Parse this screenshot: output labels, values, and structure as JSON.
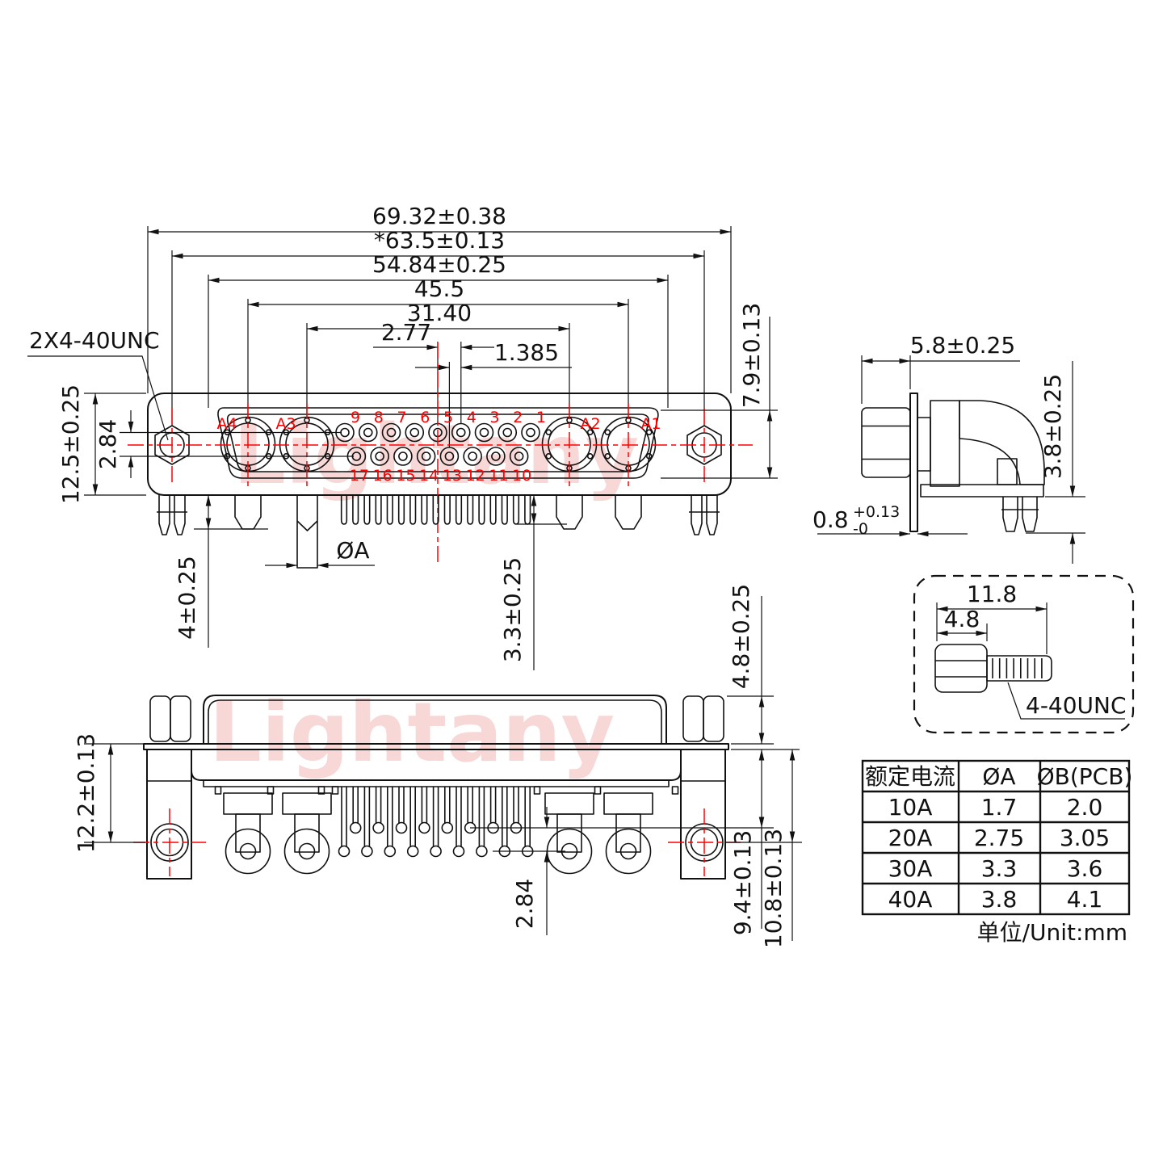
{
  "watermark": {
    "text": "Lightany"
  },
  "front_view": {
    "thread_callout": "2X4-40UNC",
    "dims_top": [
      "69.32±0.38",
      "*63.5±0.13",
      "54.84±0.25",
      "45.5",
      "31.40",
      "2.77",
      "1.385"
    ],
    "dim_flange_height": "7.9±0.13",
    "dim_body_height": "12.5±0.25",
    "dim_row_offset": "2.84",
    "dim_peg_length": "4±0.25",
    "dim_pin_protrusion": "3.3±0.25",
    "pin_dia_label": "ØA",
    "contact_labels": [
      "A4",
      "A3",
      "A2",
      "A1"
    ],
    "pin_numbers_top": [
      "9",
      "8",
      "7",
      "6",
      "5",
      "4",
      "3",
      "2",
      "1"
    ],
    "pin_numbers_bottom": [
      "17",
      "16",
      "15",
      "14",
      "13",
      "12",
      "11",
      "10"
    ]
  },
  "side_view": {
    "dim_depth": "5.8±0.25",
    "dim_height": "3.8±0.25",
    "dim_flange_thickness": "0.8",
    "tol_plus": "+0.13",
    "tol_minus": "-0"
  },
  "bottom_view": {
    "dim_bracket": "12.2±0.13",
    "dim_standoff": "4.8±0.25",
    "dim_pin_row": "9.4±0.13",
    "dim_hole": "10.8±0.13",
    "dim_row_offset": "2.84"
  },
  "screw_detail": {
    "dim_total": "11.8",
    "dim_head": "4.8",
    "thread_label": "4-40UNC"
  },
  "spec_table": {
    "headers": [
      "额定电流",
      "ØA",
      "ØB(PCB)"
    ],
    "rows": [
      [
        "10A",
        "1.7",
        "2.0"
      ],
      [
        "20A",
        "2.75",
        "3.05"
      ],
      [
        "30A",
        "3.3",
        "3.6"
      ],
      [
        "40A",
        "3.8",
        "4.1"
      ]
    ],
    "unit_note": "单位/Unit:mm"
  },
  "colors": {
    "line": "#111111",
    "accent_red": "#ff0000",
    "watermark_pink": "#f8d7d7"
  }
}
